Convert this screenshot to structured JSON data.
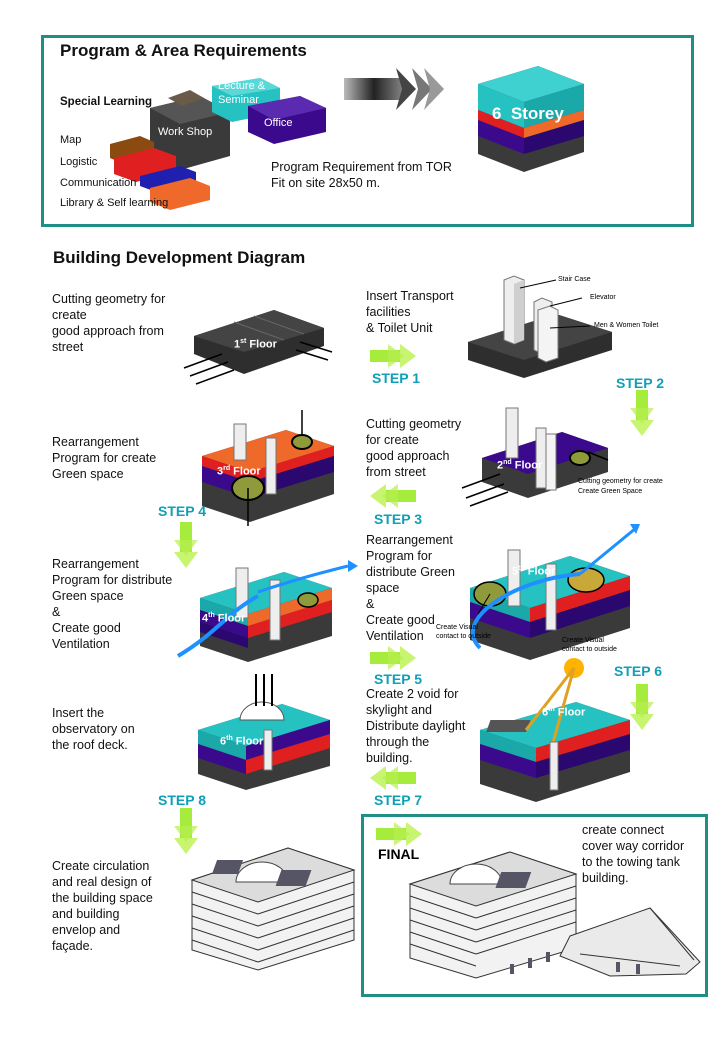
{
  "program": {
    "title": "Program & Area Requirements",
    "labels": {
      "special_learning": "Special Learning",
      "lecture": "Lecture &",
      "seminar": "Seminar",
      "workshop": "Work Shop",
      "office": "Office",
      "map": "Map",
      "logistic": "Logistic",
      "communication": "Communication",
      "library": "Library & Self learning"
    },
    "storey_label": "6  Storey",
    "requirement_line1": "Program Requirement from TOR",
    "requirement_line2": "Fit on site  28x50 m."
  },
  "development": {
    "title": "Building Development Diagram",
    "desc_1": [
      "Cutting geometry for",
      "create",
      "good approach from",
      "street"
    ],
    "desc_2": [
      "Insert Transport",
      "facilities",
      "& Toilet Unit"
    ],
    "desc_3": [
      "Cutting geometry",
      "for create",
      "good approach",
      "from street"
    ],
    "desc_4": [
      "Rearrangement",
      "Program for create",
      "Green space"
    ],
    "desc_5": [
      "Rearrangement",
      "Program for",
      "distribute Green",
      "space",
      "&",
      "Create good",
      "Ventilation"
    ],
    "desc_6": [
      "Rearrangement",
      "Program for distribute",
      "Green space",
      "&",
      "Create good",
      "Ventilation"
    ],
    "desc_7": [
      "Create 2 void for",
      "skylight and",
      "Distribute daylight",
      "through the",
      "building."
    ],
    "desc_8": [
      "Insert the",
      "observatory on",
      "the roof deck."
    ],
    "desc_final_left": [
      "Create circulation",
      "and real design of",
      "the building space",
      "and building",
      "envelop and",
      "façade."
    ],
    "desc_final_right": [
      "create connect",
      "cover way corridor",
      "to the towing tank",
      "building."
    ],
    "steps": {
      "s1": "STEP 1",
      "s2": "STEP 2",
      "s3": "STEP 3",
      "s4": "STEP 4",
      "s5": "STEP 5",
      "s6": "STEP 6",
      "s7": "STEP 7",
      "s8": "STEP 8",
      "final": "FINAL"
    },
    "floors": {
      "f1": "1",
      "f1_sup": "st",
      "f1_word": " Floor",
      "f2": "2",
      "f2_sup": "nd",
      "f2_word": " Floor",
      "f3": "3",
      "f3_sup": "rd",
      "f3_word": " Floor",
      "f4": "4",
      "f4_sup": "th",
      "f4_word": " Floor",
      "f5": "5",
      "f5_sup": "th",
      "f5_word": " Floor",
      "f6a": "6",
      "f6a_sup": "th",
      "f6a_word": " Floor",
      "f6b": "6",
      "f6b_sup": "th",
      "f6b_word": " Floor"
    },
    "annotations": {
      "stair_case": "Stair Case",
      "elevator": "Elevator",
      "toilet": "Men & Women Toilet",
      "cut_green_1": "Cutting geometry for create",
      "cut_green_2": "Create Green Space",
      "visual_1a": "Create Visual",
      "visual_1b": "contact to outside",
      "visual_2a": "Create Visual",
      "visual_2b": "contact to outside"
    }
  },
  "colors": {
    "frame": "#1f8f86",
    "step_text": "#0fa0b8",
    "step_arrow": "#a6ec3c",
    "teal": "#26c2c2",
    "purple": "#3b0a8c",
    "dark": "#3a3a3a",
    "red": "#e02020",
    "orange": "#ef6a2a",
    "brown": "#8b4a10",
    "green_circle": "#8f9a3a"
  }
}
